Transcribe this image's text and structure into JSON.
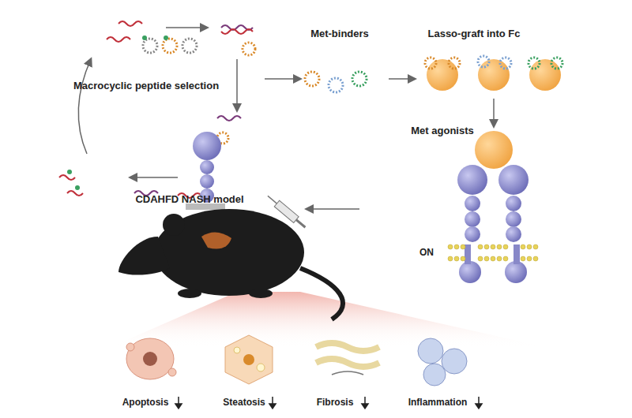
{
  "diagram": {
    "labels": [
      "Macrocyclic peptide selection",
      "Met-binders",
      "Lasso-graft into Fc",
      "Met agonists",
      "ON",
      "CDAHFD NASH model",
      "Apoptosis",
      "Steatosis",
      "Fibrosis",
      "Inflammation"
    ]
  }
}
